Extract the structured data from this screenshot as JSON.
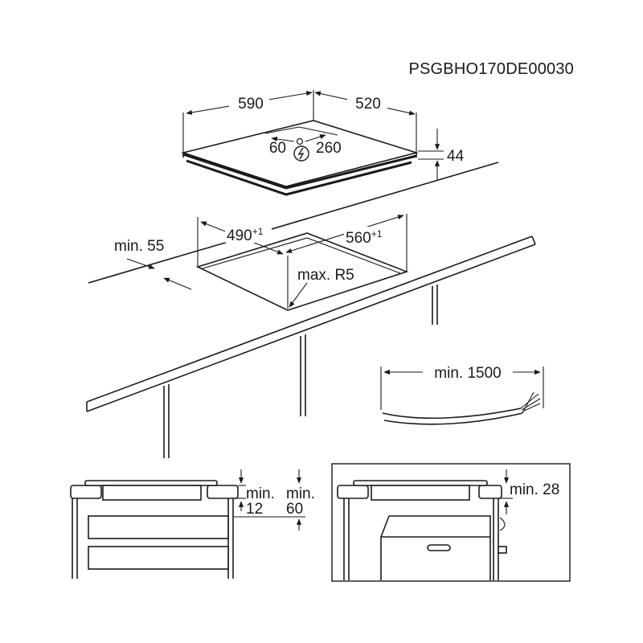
{
  "code": "PSGBHO170DE00030",
  "hob": {
    "width": "590",
    "depth": "520",
    "height": "44",
    "conn_left": "60",
    "conn_right": "260"
  },
  "cutout": {
    "width": "560",
    "width_tol": "+1",
    "depth": "490",
    "depth_tol": "+1",
    "edge_min": "min. 55",
    "radius": "max. R5"
  },
  "cable": {
    "length": "min. 1500"
  },
  "section_left": {
    "a_line1": "min.",
    "a_line2": "12",
    "b_line1": "min.",
    "b_line2": "60"
  },
  "section_right": {
    "gap": "min. 28"
  },
  "icons": [
    "power-connection-icon",
    "dimension-arrow-icon"
  ]
}
